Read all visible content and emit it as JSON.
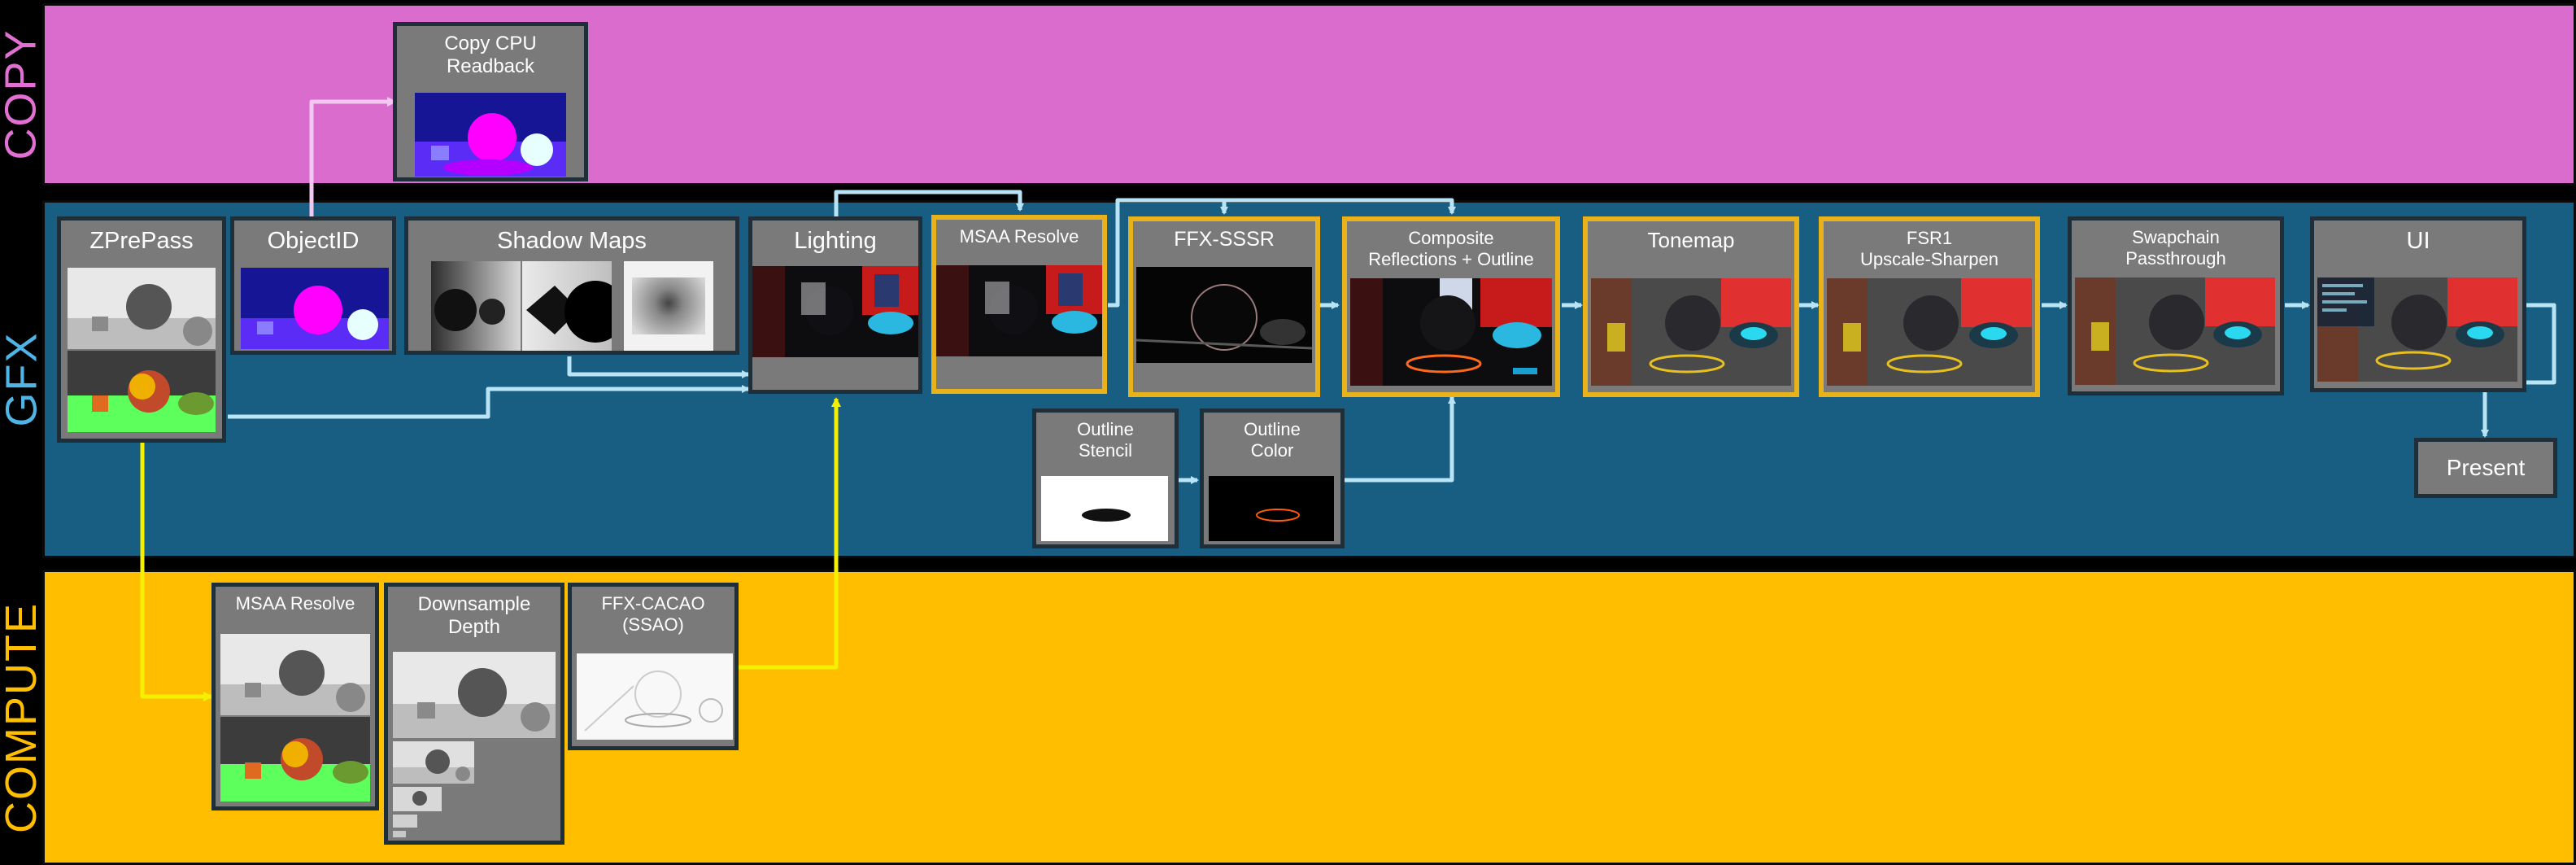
{
  "lanes": {
    "copy": {
      "label": "COPY",
      "color": "#d96ccc",
      "label_color": "#e26fd2"
    },
    "gfx": {
      "label": "GFX",
      "color": "#175e82",
      "label_color": "#4fb5e6"
    },
    "compute": {
      "label": "COMPUTE",
      "color": "#ffbe00",
      "label_color": "#ffbe00"
    }
  },
  "passes": {
    "copy_readback": "Copy CPU\nReadback",
    "zprepass": "ZPrePass",
    "objectid": "ObjectID",
    "shadow_maps": "Shadow Maps",
    "lighting": "Lighting",
    "msaa_resolve_gfx": "MSAA Resolve",
    "ffx_sssr": "FFX-SSSR",
    "composite": "Composite\nReflections + Outline",
    "tonemap": "Tonemap",
    "fsr1": "FSR1\nUpscale-Sharpen",
    "swapchain": "Swapchain\nPassthrough",
    "ui": "UI",
    "present": "Present",
    "outline_stencil": "Outline\nStencil",
    "outline_color": "Outline\nColor",
    "msaa_resolve_compute": "MSAA Resolve",
    "downsample_depth": "Downsample\nDepth",
    "cacao": "FFX-CACAO\n(SSAO)"
  },
  "colors": {
    "node_fill": "#7a7a7a",
    "node_border": "#1f2f3a",
    "highlight_border": "#e9b21b",
    "wire_gfx": "#b9e4f5",
    "wire_compute": "#f4f000",
    "wire_copy": "#f2c8f0"
  }
}
